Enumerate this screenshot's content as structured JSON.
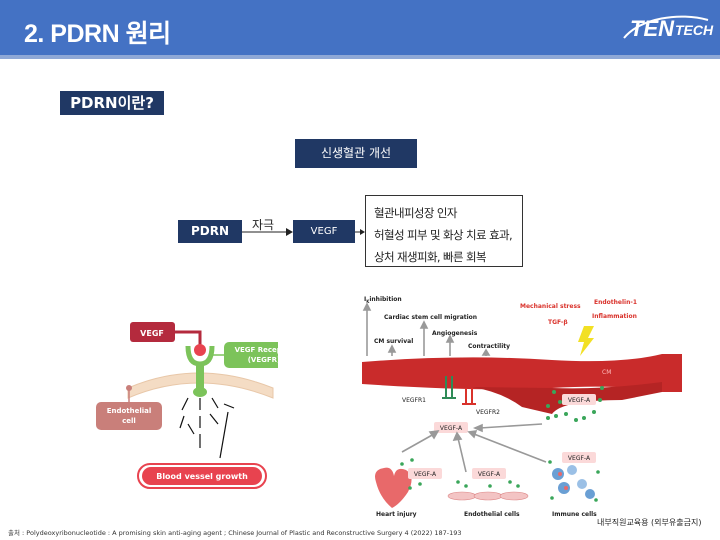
{
  "header": {
    "title": "2. PDRN 원리"
  },
  "logo": {
    "main": "TEN",
    "sub": "TECH"
  },
  "section_label": "PDRN이란?",
  "sub_label": "신생혈관 개선",
  "flow": {
    "pdrn": "PDRN",
    "arrow_text": "자극",
    "vegf": "VEGF",
    "effects": [
      "혈관내피성장 인자",
      "허혈성 피부 및 화상 치료 효과,",
      "상처 재생피화, 빠른 회복"
    ]
  },
  "left_diagram": {
    "vegf": "VEGF",
    "receptor_line1": "VEGF Receptor",
    "receptor_line2": "(VEGFR)",
    "cell_line1": "Endothelial",
    "cell_line2": "cell",
    "growth": "Blood vessel growth",
    "colors": {
      "vegf": "#b42a3d",
      "receptor": "#7cc35a",
      "cell": "#c97f7a",
      "growth": "#e8434f"
    }
  },
  "right_diagram": {
    "ic_main": "I",
    "ic_sub": "K",
    "ic_rest": "inhibition",
    "cardiac": "Cardiac stem cell migration",
    "angiogenesis": "Angiogenesis",
    "cm_survival": "CM survival",
    "contractility": "Contractility",
    "mechanical": "Mechanical stress",
    "endothelin": "Endothelin-1",
    "tgf": "TGF-β",
    "inflammation": "Inflammation",
    "cm": "CM",
    "vegfr1": "VEGFR1",
    "vegfr2": "VEGFR2",
    "vegfa_center": "VEGF-A",
    "vegfa_right": "VEGF-A",
    "vegfa_heart": "VEGF-A",
    "vegfa_endo": "VEGF-A",
    "vegfa_immune": "VEGF-A",
    "heart": "Heart injury",
    "endo_cells": "Endothelial cells",
    "immune": "Immune cells"
  },
  "footer": {
    "source": "출처 : Polydeoxyribonucleotide : A promising skin anti-aging agent ; Chinese Journal of Plastic and Reconstructive Surgery 4 (2022) 187-193",
    "confidential": "내부직원교육용 (외부유출금지)"
  }
}
